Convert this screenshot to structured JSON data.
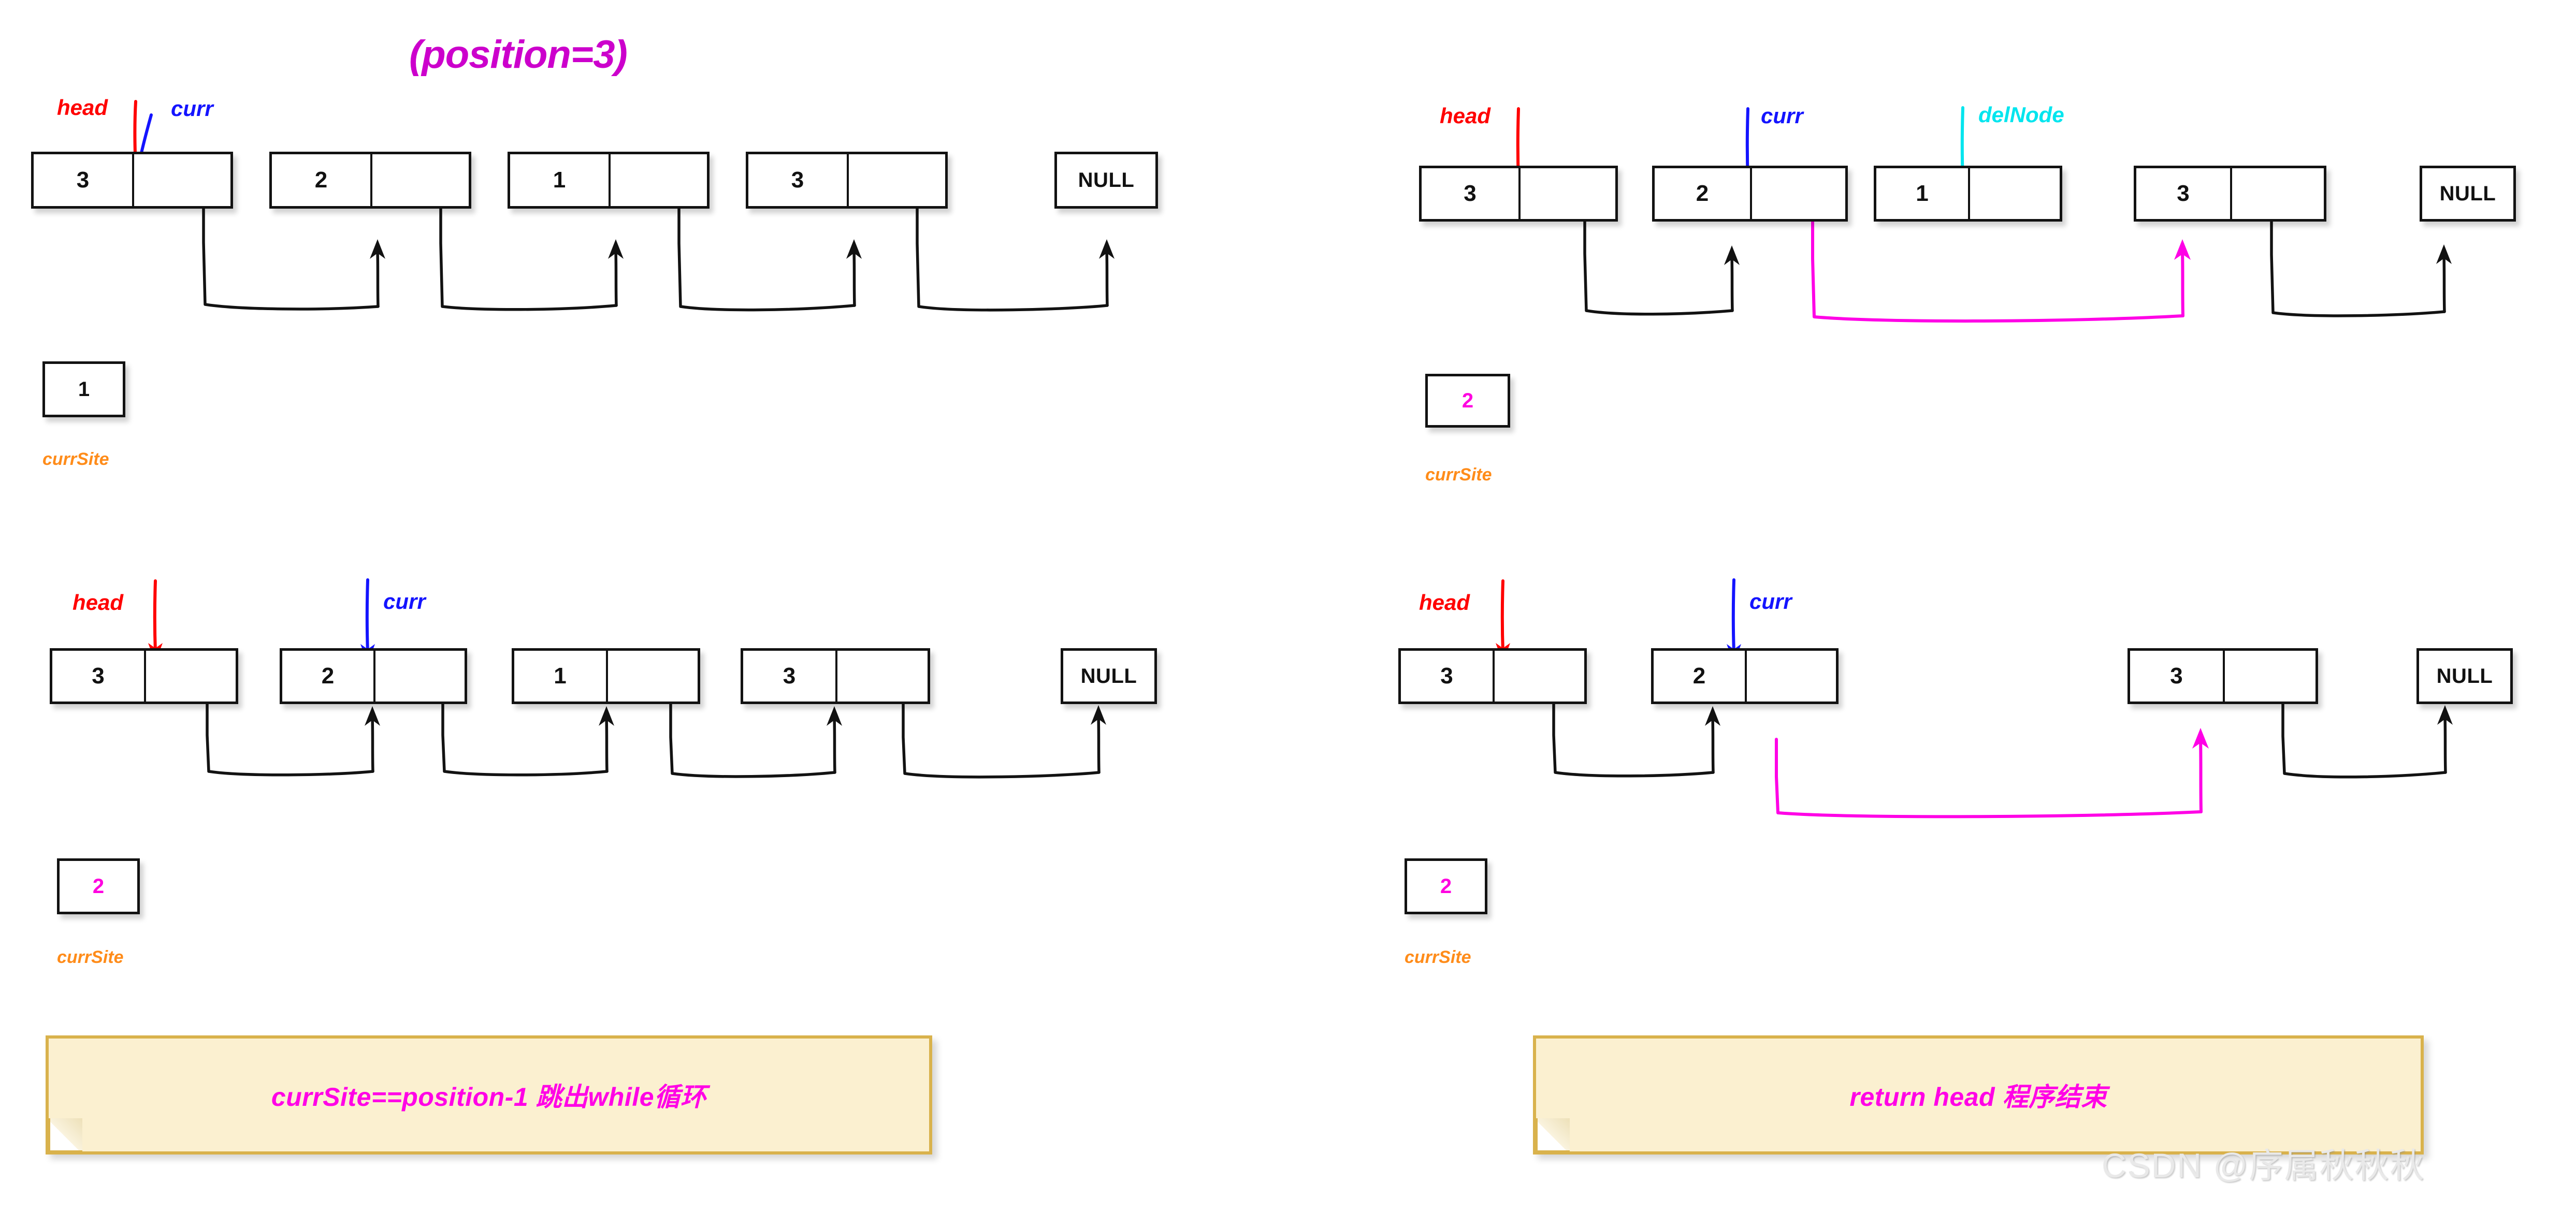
{
  "title": "(position=3)",
  "watermark": "CSDN @序属秋秋秋",
  "labels": {
    "head": "head",
    "curr": "curr",
    "delNode": "delNode",
    "currSite": "currSite"
  },
  "null_label": "NULL",
  "panels": [
    {
      "id": "top-left",
      "nodes": [
        {
          "value": "3"
        },
        {
          "value": "2"
        },
        {
          "value": "1"
        },
        {
          "value": "3"
        },
        {
          "value": "NULL"
        }
      ],
      "pointers": [
        {
          "name": "head",
          "label": "head",
          "color": "#FF0000",
          "target_node": 0
        },
        {
          "name": "curr",
          "label": "curr",
          "color": "#1414FF",
          "target_node": 0
        }
      ],
      "currSite": {
        "label": "currSite",
        "value": "1",
        "color": "#111111"
      },
      "links": [
        {
          "from": 0,
          "to": 1,
          "color": "#111111"
        },
        {
          "from": 1,
          "to": 2,
          "color": "#111111"
        },
        {
          "from": 2,
          "to": 3,
          "color": "#111111"
        },
        {
          "from": 3,
          "to": 4,
          "color": "#111111"
        }
      ]
    },
    {
      "id": "top-right",
      "nodes": [
        {
          "value": "3"
        },
        {
          "value": "2"
        },
        {
          "value": "1"
        },
        {
          "value": "3"
        },
        {
          "value": "NULL"
        }
      ],
      "pointers": [
        {
          "name": "head",
          "label": "head",
          "color": "#FF0000",
          "target_node": 0
        },
        {
          "name": "curr",
          "label": "curr",
          "color": "#1414FF",
          "target_node": 1
        },
        {
          "name": "delNode",
          "label": "delNode",
          "color": "#00E5EE",
          "target_node": 2
        }
      ],
      "currSite": {
        "label": "currSite",
        "value": "2",
        "color": "#FF00E0"
      },
      "links": [
        {
          "from": 0,
          "to": 1,
          "color": "#111111"
        },
        {
          "from": 1,
          "to": 3,
          "color": "#FF00E6"
        },
        {
          "from": 3,
          "to": 4,
          "color": "#111111"
        }
      ]
    },
    {
      "id": "bottom-left",
      "nodes": [
        {
          "value": "3"
        },
        {
          "value": "2"
        },
        {
          "value": "1"
        },
        {
          "value": "3"
        },
        {
          "value": "NULL"
        }
      ],
      "pointers": [
        {
          "name": "head",
          "label": "head",
          "color": "#FF0000",
          "target_node": 0
        },
        {
          "name": "curr",
          "label": "curr",
          "color": "#1414FF",
          "target_node": 1
        }
      ],
      "currSite": {
        "label": "currSite",
        "value": "2",
        "color": "#FF00E0"
      },
      "links": [
        {
          "from": 0,
          "to": 1,
          "color": "#111111"
        },
        {
          "from": 1,
          "to": 2,
          "color": "#111111"
        },
        {
          "from": 2,
          "to": 3,
          "color": "#111111"
        },
        {
          "from": 3,
          "to": 4,
          "color": "#111111"
        }
      ]
    },
    {
      "id": "bottom-right",
      "nodes": [
        {
          "value": "3"
        },
        {
          "value": "2"
        },
        {
          "value": "3"
        },
        {
          "value": "NULL"
        }
      ],
      "pointers": [
        {
          "name": "head",
          "label": "head",
          "color": "#FF0000",
          "target_node": 0
        },
        {
          "name": "curr",
          "label": "curr",
          "color": "#1414FF",
          "target_node": 1
        }
      ],
      "currSite": {
        "label": "currSite",
        "value": "2",
        "color": "#FF00E0"
      },
      "links": [
        {
          "from": 0,
          "to": 1,
          "color": "#111111"
        },
        {
          "from": 1,
          "to": 2,
          "color": "#FF00E6"
        },
        {
          "from": 2,
          "to": 3,
          "color": "#111111"
        }
      ]
    }
  ],
  "notes": [
    {
      "id": "note-left",
      "text": "currSite==position-1  跳出while循环"
    },
    {
      "id": "note-right",
      "text": "return head   程序结束"
    }
  ],
  "colors": {
    "head": "#FF0000",
    "curr": "#1414FF",
    "delNode": "#00E5EE",
    "magenta_link": "#FF00E6",
    "currSite_label": "#FF8C1A",
    "title": "#CC00CC",
    "sticky_bg": "#FBF0D0",
    "sticky_border": "#D9B24C",
    "note_text": "#FF00E6"
  }
}
